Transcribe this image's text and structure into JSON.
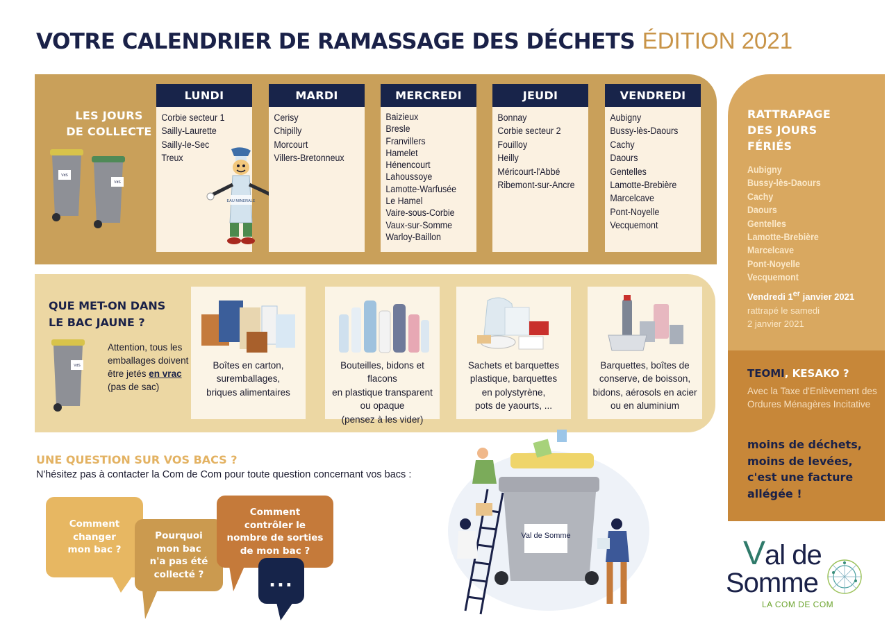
{
  "header": {
    "title": "VOTRE CALENDRIER DE RAMASSAGE DES DÉCHETS",
    "edition": "ÉDITION 2021"
  },
  "collection": {
    "title_line1": "LES JOURS",
    "title_line2": "DE COLLECTE",
    "days": [
      {
        "day": "LUNDI",
        "towns": [
          "Corbie secteur 1",
          "Sailly-Laurette",
          "Sailly-le-Sec",
          "Treux"
        ]
      },
      {
        "day": "MARDI",
        "towns": [
          "Cerisy",
          "Chipilly",
          "Morcourt",
          "Villers-Bretonneux"
        ]
      },
      {
        "day": "MERCREDI",
        "towns": [
          "Baizieux",
          "Bresle",
          "Franvillers",
          "Hamelet",
          "Hénencourt",
          "Lahoussoye",
          "Lamotte-Warfusée",
          "Le Hamel",
          "Vaire-sous-Corbie",
          "Vaux-sur-Somme",
          "Warloy-Baillon"
        ]
      },
      {
        "day": "JEUDI",
        "towns": [
          "Bonnay",
          "Corbie secteur 2",
          "Fouilloy",
          "Heilly",
          "Méricourt-l'Abbé",
          "Ribemont-sur-Ancre"
        ]
      },
      {
        "day": "VENDREDI",
        "towns": [
          "Aubigny",
          "Bussy-lès-Daours",
          "Cachy",
          "Daours",
          "Gentelles",
          "Lamotte-Brebière",
          "Marcelcave",
          "Pont-Noyelle",
          "Vecquemont"
        ]
      }
    ],
    "bottle_label": "EAU MINERALE"
  },
  "yellow_bin": {
    "title_line1": "QUE MET-ON DANS",
    "title_line2": "LE BAC JAUNE ?",
    "note_before": "Attention, tous les emballages doivent être jetés",
    "note_emph": "en vrac",
    "note_after": "(pas de sac)",
    "items": [
      {
        "lines": [
          "Boîtes en carton,",
          "suremballages,",
          "briques alimentaires"
        ]
      },
      {
        "lines": [
          "Bouteilles, bidons et flacons",
          "en plastique transparent",
          "ou opaque",
          "(pensez à les vider)"
        ]
      },
      {
        "lines": [
          "Sachets et barquettes",
          "plastique, barquettes",
          "en polystyrène,",
          "pots de yaourts, ..."
        ]
      },
      {
        "lines": [
          "Barquettes, boîtes de",
          "conserve, de boisson,",
          "bidons, aérosols en acier",
          "ou en aluminium"
        ]
      }
    ]
  },
  "holidays": {
    "title_lines": [
      "RATTRAPAGE",
      "DES JOURS",
      "FÉRIÉS"
    ],
    "towns": [
      "Aubigny",
      "Bussy-lès-Daours",
      "Cachy",
      "Daours",
      "Gentelles",
      "Lamotte-Brebière",
      "Marcelcave",
      "Pont-Noyelle",
      "Vecquemont"
    ],
    "note_day": "Vendredi 1",
    "note_sup": "er",
    "note_date": " janvier 2021",
    "note_line2": "rattrapé le samedi",
    "note_line3": "2 janvier 2021"
  },
  "teomi": {
    "title_a": "TEOMI",
    "title_b": ", KESAKO ?",
    "text": "Avec la Taxe d'Enlèvement des Ordures Ménagères Incitative",
    "strong_lines": [
      "moins de déchets,",
      "moins de levées,",
      "c'est une facture",
      "allégée !"
    ]
  },
  "questions": {
    "title": "UNE QUESTION SUR VOS BACS ?",
    "subtitle": "N'hésitez pas à contacter la Com de Com pour toute question concernant vos bacs :",
    "bubble1": [
      "Comment",
      "changer",
      "mon bac ?"
    ],
    "bubble2": [
      "Pourquoi",
      "mon bac",
      "n'a pas été",
      "collecté ?"
    ],
    "bubble3": [
      "Comment",
      "contrôler le",
      "nombre de sorties",
      "de mon bac ?"
    ],
    "bubble4": "..."
  },
  "bin_sticker": "Val de Somme",
  "logo": {
    "line1_v": "V",
    "line1_rest": "al de",
    "line2": "Somme",
    "tagline": "LA COM DE COM"
  },
  "colors": {
    "navy": "#18244a",
    "band_tan": "#c9a05a",
    "band_light": "#ecd7a3",
    "side_orange": "#c78739",
    "accent_gold": "#c89448"
  }
}
